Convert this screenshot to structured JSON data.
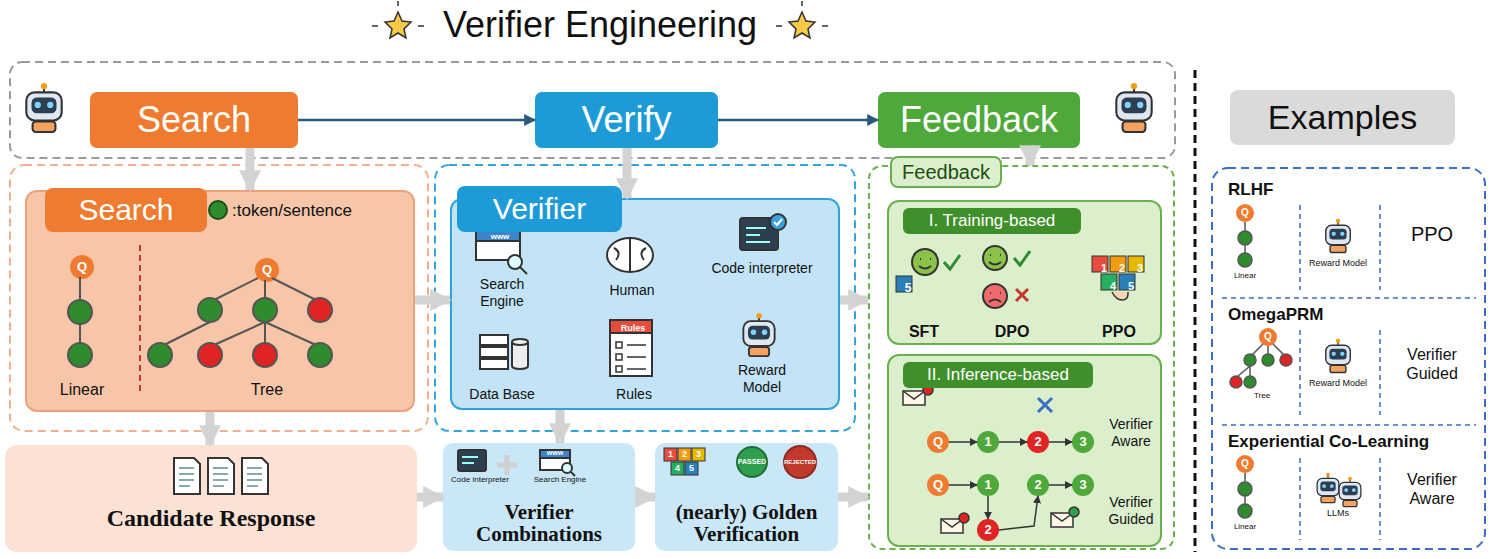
{
  "diagram": {
    "title": "Verifier Engineering",
    "nodes": [
      {
        "text": [
          "Search"
        ]
      },
      {
        "text": [
          "Verify"
        ]
      },
      {
        "text": [
          "Feedback"
        ]
      },
      {
        "text": [
          "Search"
        ]
      },
      {
        "text": [
          "Q"
        ],
        "in": 3
      },
      {
        "text": [
          "Q"
        ],
        "in": 3
      },
      {
        "text": [
          "Candidate Response"
        ]
      },
      {
        "text": [
          "Verifier"
        ]
      },
      {
        "text": [
          "Verifier Combinations"
        ]
      },
      {
        "text": [
          "(nearly) Golden Verification"
        ]
      },
      {
        "text": [
          "Feedback"
        ]
      },
      {
        "text": [
          "I. Training-based"
        ],
        "in": 10
      },
      {
        "text": [
          "II. Inference-based"
        ],
        "in": 10
      },
      {
        "text": [
          "Q"
        ],
        "in": 12
      },
      {
        "text": [
          "1"
        ],
        "in": 12
      },
      {
        "text": [
          "2"
        ],
        "in": 12
      },
      {
        "text": [
          "3"
        ],
        "in": 12
      },
      {
        "text": [
          "Q"
        ],
        "in": 12
      },
      {
        "text": [
          "1"
        ],
        "in": 12
      },
      {
        "text": [
          "2"
        ],
        "in": 12
      },
      {
        "text": [
          "3"
        ],
        "in": 12
      },
      {
        "text": [
          "2"
        ],
        "in": 12
      },
      {
        "text": [
          "Examples"
        ]
      },
      {
        "text": [
          "RLHF"
        ]
      },
      {
        "text": [
          "Q"
        ],
        "in": 23
      },
      {
        "text": [
          "OmegaPRM"
        ]
      },
      {
        "text": [
          "Q"
        ],
        "in": 25
      },
      {
        "text": [
          "Experiential Co-Learning"
        ]
      },
      {
        "text": [
          "Q"
        ],
        "in": 27
      }
    ],
    "edges": [
      {
        "from": 0,
        "to": 1,
        "arrow": "to"
      },
      {
        "from": 1,
        "to": 2,
        "arrow": "to"
      },
      {
        "from": 0,
        "to": 3,
        "arrow": "to"
      },
      {
        "from": 1,
        "to": 7,
        "arrow": "to"
      },
      {
        "from": 2,
        "to": 10,
        "arrow": "to"
      },
      {
        "from": 3,
        "to": 7,
        "arrow": "to"
      },
      {
        "from": 7,
        "to": 10,
        "arrow": "to"
      },
      {
        "from": 3,
        "to": 6,
        "arrow": "to"
      },
      {
        "from": 6,
        "to": 8,
        "arrow": "to"
      },
      {
        "from": 8,
        "to": 9,
        "arrow": "to"
      },
      {
        "from": 9,
        "to": 10,
        "arrow": "to"
      },
      {
        "from": 7,
        "to": 8,
        "arrow": "to"
      },
      {
        "from": 13,
        "to": 14,
        "arrow": "to"
      },
      {
        "from": 14,
        "to": 15,
        "arrow": "to"
      },
      {
        "from": 15,
        "to": 16,
        "arrow": "to"
      },
      {
        "from": 17,
        "to": 18,
        "arrow": "to"
      },
      {
        "from": 18,
        "to": 21,
        "arrow": "to"
      },
      {
        "from": 21,
        "to": 19,
        "arrow": "to"
      },
      {
        "from": 19,
        "to": 20,
        "arrow": "to"
      }
    ],
    "labels": [
      ":token/sentence",
      "Linear",
      "Tree",
      "Search Engine",
      "Human",
      "Code interpreter",
      "Data Base",
      "Rules",
      "Reward Model",
      "www",
      "Rules",
      "Code interpreter",
      "Search Engine",
      "www",
      "PASSED",
      "REJECTED",
      "1",
      "2",
      "3",
      "4",
      "5",
      "5",
      "1",
      "2",
      "3",
      "4",
      "5",
      "SFT",
      "DPO",
      "PPO",
      "Verifier Aware",
      "Verifier Guided",
      "Linear",
      "Reward Model",
      "PPO",
      "Tree",
      "Reward Model",
      "Verifier Guided",
      "Linear",
      "LLMs",
      "Verifier Aware"
    ]
  }
}
